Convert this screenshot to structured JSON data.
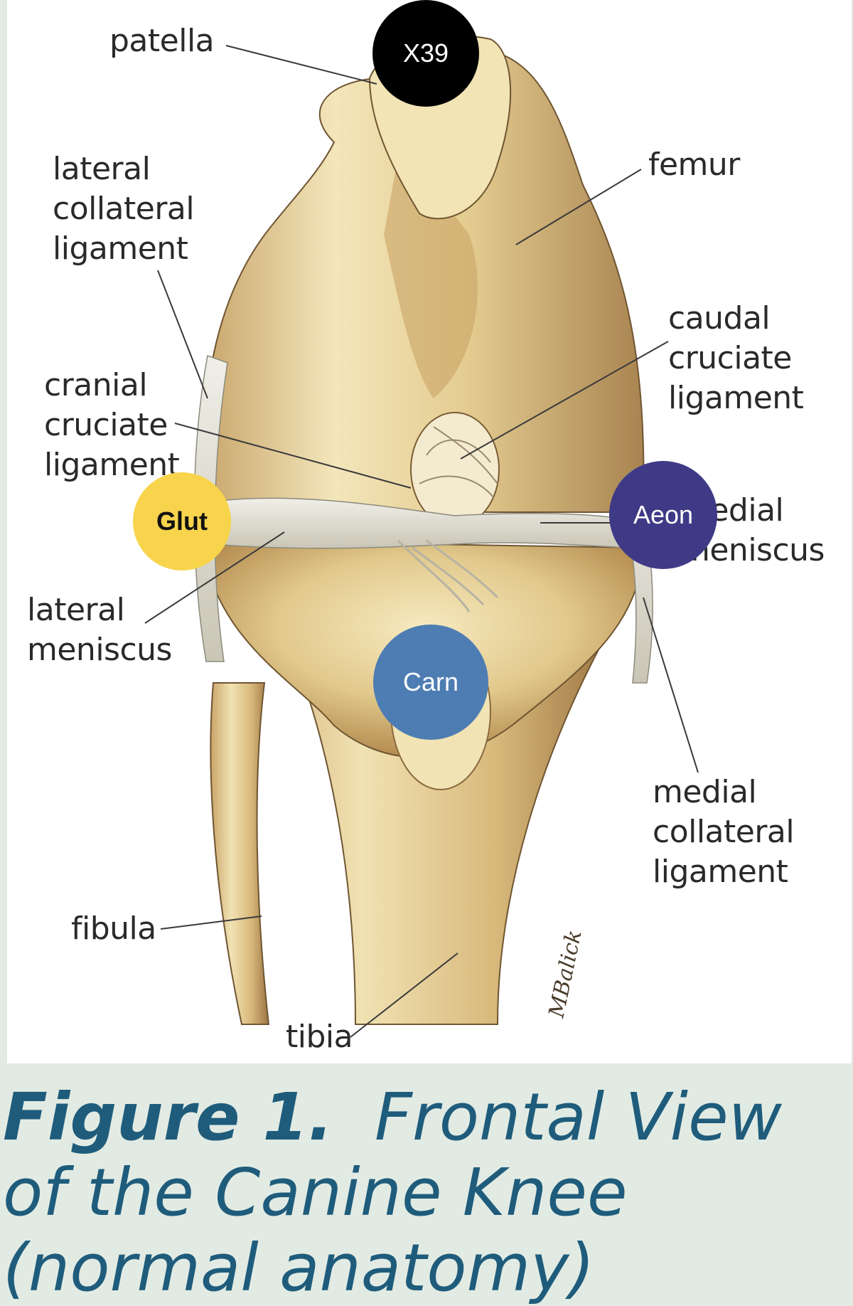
{
  "labels": {
    "patella": "patella",
    "femur": "femur",
    "lateral_collateral_ligament": "lateral\ncollateral\nligament",
    "caudal_cruciate_ligament": "caudal\ncruciate\nligament",
    "cranial_cruciate_ligament": "cranial\ncruciate\nligament",
    "medial_meniscus": "medial\nmeniscus",
    "lateral_meniscus": "lateral\nmeniscus",
    "medial_collateral_ligament": "medial\ncollateral\nligament",
    "fibula": "fibula",
    "tibia": "tibia",
    "signature": "MBalick"
  },
  "markers": {
    "x39": {
      "text": "X39",
      "color": "#000000",
      "text_color": "#ffffff"
    },
    "glut": {
      "text": "Glut",
      "color": "#f7d44c",
      "text_color": "#111111"
    },
    "aeon": {
      "text": "Aeon",
      "color": "#3f3a86",
      "text_color": "#ffffff"
    },
    "carn": {
      "text": "Carn",
      "color": "#4e7db3",
      "text_color": "#ffffff"
    }
  },
  "caption": {
    "figure_number": "Figure 1.",
    "title": "Frontal View of the Canine Knee (normal anatomy)"
  },
  "colors": {
    "bone_light": "#efe0ae",
    "bone_mid": "#d9bd7f",
    "bone_shadow": "#a5804a",
    "ligament": "#e7e6dd",
    "caption": "#1f5c7c",
    "background": "#e2ebe3"
  }
}
